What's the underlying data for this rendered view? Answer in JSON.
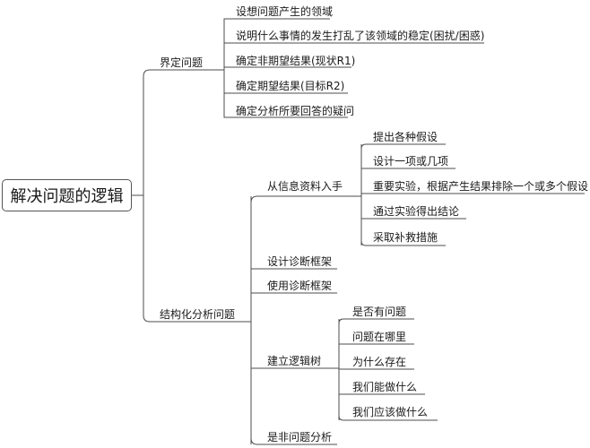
{
  "root": "解决问题的逻辑",
  "branches": {
    "define": {
      "label": "界定问题",
      "items": [
        "设想问题产生的领域",
        "说明什么事情的发生打乱了该领域的稳定(困扰/困惑)",
        "确定非期望结果(现状R1)",
        "确定期望结果(目标R2)",
        "确定分析所要回答的疑问"
      ]
    },
    "structured": {
      "label": "结构化分析问题",
      "info": {
        "label": "从信息资料入手",
        "items": [
          "提出各种假设",
          "设计一项或几项",
          "重要实验，根据产生结果排除一个或多个假设",
          "通过实验得出结论",
          "采取补救措施"
        ]
      },
      "design_framework": "设计诊断框架",
      "use_framework": "使用诊断框架",
      "logic_tree": {
        "label": "建立逻辑树",
        "items": [
          "是否有问题",
          "问题在哪里",
          "为什么存在",
          "我们能做什么",
          "我们应该做什么"
        ]
      },
      "yes_no": "是非问题分析"
    }
  },
  "colors": {
    "line": "#4d4d4d",
    "text": "#1a1a1a"
  }
}
